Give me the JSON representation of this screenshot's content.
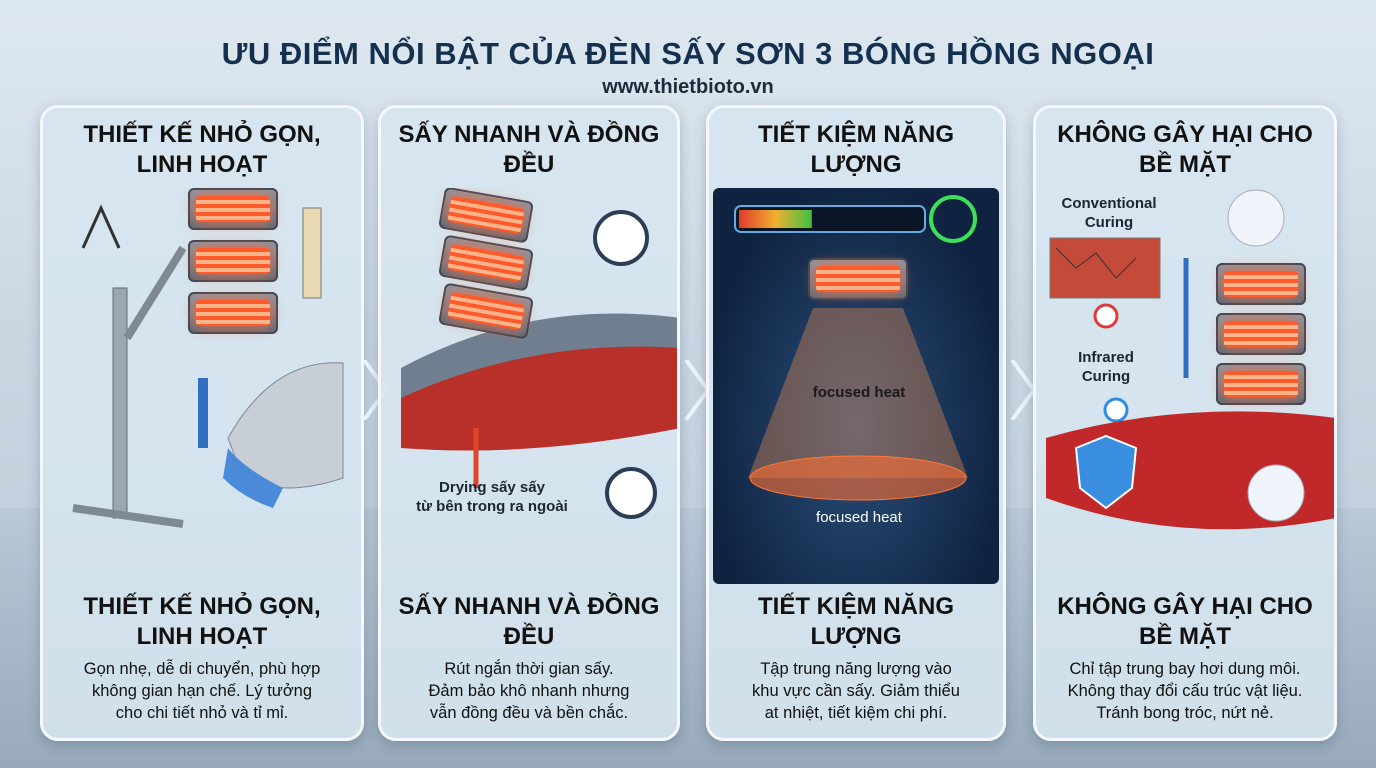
{
  "header": {
    "title": "ƯU ĐIỂM NỔI BẬT CỦA ĐÈN SẤY SƠN 3 BÓNG HỒNG NGOẠI",
    "url": "www.thietbioto.vn"
  },
  "cards": [
    {
      "title": "THIẾT KẾ NHỎ GỌN, LINH HOẠT",
      "bottom_title": "THIẾT KẾ NHỎ GỌN, LINH HOẠT",
      "desc": [
        "Gọn nhẹ, dễ di chuyển, phù hợp",
        "không gian hạn chế. Lý tưởng",
        "cho chi tiết nhỏ và tỉ mỉ."
      ]
    },
    {
      "title": "SẤY NHANH VÀ ĐỒNG ĐỀU",
      "bottom_title": "SẤY NHANH VÀ ĐỒNG ĐỀU",
      "labels": [
        "Drying sấy sấy",
        "từ bên trong ra ngoài"
      ],
      "desc": [
        "Rút ngắn thời gian sấy.",
        "Đảm bảo khô nhanh nhưng",
        "vẫn đồng đều và bền chắc."
      ]
    },
    {
      "title": "TIẾT KIỆM NĂNG LƯỢNG",
      "bottom_title": "TIẾT KIỆM NĂNG LƯỢNG",
      "labels": [
        "focused heat",
        "focused heat"
      ],
      "energy_level": 0.4,
      "desc": [
        "Tập trung năng lượng vào",
        "khu vực cần sấy. Giảm thiểu",
        "at nhiệt, tiết kiệm chi phí."
      ]
    },
    {
      "title": "KHÔNG GÂY HẠI CHO BỀ MẶT",
      "bottom_title": "KHÔNG GÂY HẠI CHO BỀ MẶT",
      "labels": [
        "Conventional Curing",
        "Infrared Curing"
      ],
      "desc": [
        "Chỉ tập trung bay hơi dung môi.",
        "Không thay đổi cấu trúc vật liệu.",
        "Tránh bong tróc, nứt nẻ."
      ]
    }
  ],
  "colors": {
    "title": "#14304f",
    "heat": "#ff5a2a",
    "accent_blue": "#2f6fc0",
    "panel_dark": "#0f2340",
    "check": "#2f8de0",
    "cross": "#e03b3b"
  }
}
